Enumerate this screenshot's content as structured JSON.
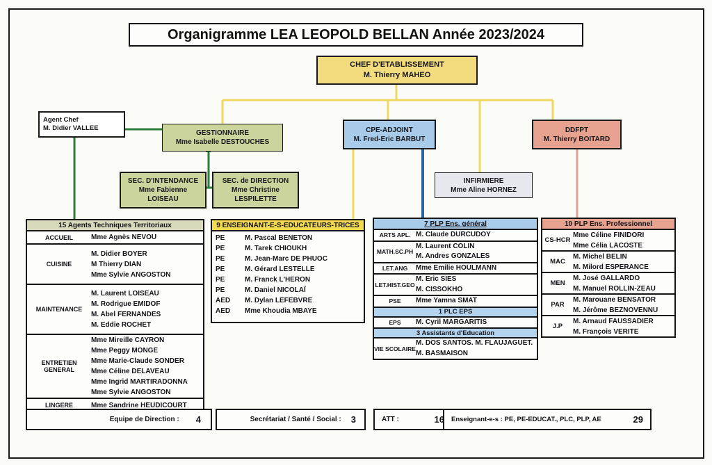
{
  "title": "Organigramme LEA LEOPOLD BELLAN Année 2023/2024",
  "boxes": {
    "chef": {
      "line1": "CHEF D'ETABLISSEMENT",
      "line2": "M. Thierry MAHEO"
    },
    "agent_chef": {
      "line1": "Agent Chef",
      "line2": "M.  Didier VALLEE"
    },
    "gestionnaire": {
      "line1": "GESTIONNAIRE",
      "line2": "Mme Isabelle  DESTOUCHES"
    },
    "cpe_adjoint": {
      "line1": "CPE-ADJOINT",
      "line2": "M. Fred-Eric BARBUT"
    },
    "ddfpt": {
      "line1": "DDFPT",
      "line2": "M. Thierry BOITARD"
    },
    "sec_intendance": {
      "line1": "SEC. D'INTENDANCE",
      "line2": "Mme Fabienne",
      "line3": "LOISEAU"
    },
    "sec_direction": {
      "line1": "SEC.  de DIRECTION",
      "line2": "Mme Christine",
      "line3": "LESPILETTE"
    },
    "infirmiere": {
      "line1": "INFIRMIERE",
      "line2": "Mme Aline HORNEZ"
    }
  },
  "tables": {
    "att": {
      "header": "15 Agents Techniques Territoriaux",
      "sections": [
        {
          "category": "ACCUEIL",
          "names": [
            "Mme Agnès NEVOU"
          ]
        },
        {
          "category": "CUISINE",
          "names": [
            "M. Didier BOYER",
            "M Thierry DIAN",
            "Mme Sylvie ANGOSTON"
          ]
        },
        {
          "category": "MAINTENANCE",
          "names": [
            "M. Laurent LOISEAU",
            "M. Rodrigue EMIDOF",
            "M. Abel FERNANDES",
            "M. Eddie ROCHET"
          ]
        },
        {
          "category": "ENTRETIEN GENERAL",
          "names": [
            "Mme Mireille CAYRON",
            "Mme Peggy MONGE",
            "Mme Marie-Claude SONDER",
            "Mme Céline DELAVEAU",
            "Mme Ingrid MARTIRADONNA",
            "Mme Sylvie ANGOSTON"
          ]
        },
        {
          "category": "LINGERE",
          "names": [
            "Mme  Sandrine HEUDICOURT"
          ]
        }
      ]
    },
    "enseignants": {
      "header": "9 ENSEIGNANT-E-S-EDUCATEURS-TRICES",
      "rows": [
        {
          "code": "PE",
          "name": "M. Pascal BENETON"
        },
        {
          "code": "PE",
          "name": "M. Tarek CHIOUKH"
        },
        {
          "code": "PE",
          "name": "M. Jean-Marc DE PHUOC"
        },
        {
          "code": "PE",
          "name": "M. Gérard LESTELLE"
        },
        {
          "code": "PE",
          "name": "M. Franck L'HERON"
        },
        {
          "code": "PE",
          "name": "M. Daniel NICOLAÏ"
        },
        {
          "code": "AED",
          "name": "M. Dylan LEFEBVRE"
        },
        {
          "code": "AED",
          "name": "Mme Khoudia MBAYE"
        }
      ]
    },
    "plp_general": {
      "header": "7 PLP Ens. général",
      "groups": [
        {
          "category": "ARTS APL.",
          "names": [
            "M. Claude DURCUDOY"
          ]
        },
        {
          "category": "MATH.SC.PH",
          "names": [
            "M. Laurent COLIN",
            "M. Andres GONZALES"
          ]
        },
        {
          "category": "LET.ANG",
          "names": [
            "Mme Emilie HOULMANN"
          ]
        },
        {
          "category": "LET.HIST.GEO",
          "names": [
            "M. Eric SIES",
            "M. CISSOKHO"
          ]
        },
        {
          "category": "PSE",
          "names": [
            "Mme  Yamna SMAT"
          ]
        },
        {
          "subheader": "1 PLC EPS"
        },
        {
          "category": "EPS",
          "names": [
            "M. Cyril MARGARITIS"
          ]
        },
        {
          "subheader": "3 Assistants d'Education"
        },
        {
          "category": "VIE SCOLAIRE",
          "names": [
            "M. DOS SANTOS.  M. FLAUJAGUET.",
            "M. BASMAISON"
          ]
        }
      ]
    },
    "plp_pro": {
      "header": "10 PLP Ens. Professionnel",
      "sections": [
        {
          "category": "CS-HCR",
          "names": [
            "Mme Céline FINIDORI",
            "Mme Célia LACOSTE"
          ]
        },
        {
          "category": "MAC",
          "names": [
            "M. Michel BELIN",
            "M. Milord ESPERANCE"
          ]
        },
        {
          "category": "MEN",
          "names": [
            "M. José GALLARDO",
            "M. Manuel ROLLIN-ZEAU"
          ]
        },
        {
          "category": "PAR",
          "names": [
            "M. Marouane BENSATOR",
            "M. Jérôme BEZNOVENNU"
          ]
        },
        {
          "category": "J.P",
          "names": [
            "M. Arnaud FAUSSADIER",
            "M. François VERITE"
          ]
        }
      ]
    }
  },
  "summary": [
    {
      "label": "Equipe de Direction :",
      "value": "4"
    },
    {
      "label": "Secrétariat / Santé / Social :",
      "value": "3"
    },
    {
      "label": "ATT :",
      "value": "16"
    },
    {
      "label": "Enseignant-e-s : PE,  PE-EDUCAT., PLC, PLP, AE",
      "value": "29"
    }
  ],
  "colors": {
    "yellow_box": "#f3dc7d",
    "yellow_header": "#f2d952",
    "olive_box": "#ccd49e",
    "olive_header": "#d8dabb",
    "blue_box": "#a7cbe9",
    "blue_subheader": "#b3d3ee",
    "salmon_box": "#e7a28f",
    "gray_box": "#e7e7ee",
    "line_yellow": "#efd763",
    "line_green": "#2e7b3c",
    "line_blue": "#2b66a2",
    "line_salmon": "#dfa191"
  }
}
